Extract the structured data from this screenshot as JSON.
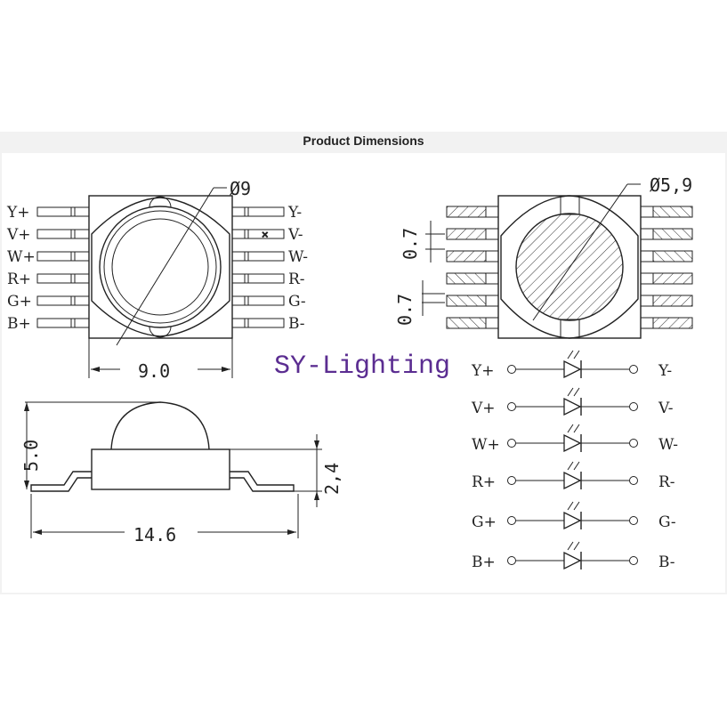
{
  "header": {
    "title": "Product Dimensions"
  },
  "brand": "SY-Lighting",
  "top_view": {
    "left_labels": [
      "Y+",
      "V+",
      "W+",
      "R+",
      "G+",
      "B+"
    ],
    "right_labels": [
      "Y-",
      "V-",
      "W-",
      "R-",
      "G-",
      "B-"
    ],
    "diameter": "Ø9",
    "width": "9.0"
  },
  "pad_view": {
    "diameter": "Ø5,9",
    "pitch_1": "0.7",
    "pitch_2": "0.7"
  },
  "side_view": {
    "height": "5.0",
    "body_height": "2,4",
    "length": "14.6"
  },
  "circuit": {
    "rows": [
      {
        "plus": "Y+",
        "minus": "Y-"
      },
      {
        "plus": "V+",
        "minus": "V-"
      },
      {
        "plus": "W+",
        "minus": "W-"
      },
      {
        "plus": "R+",
        "minus": "R-"
      },
      {
        "plus": "G+",
        "minus": "G-"
      },
      {
        "plus": "B+",
        "minus": "B-"
      }
    ]
  }
}
